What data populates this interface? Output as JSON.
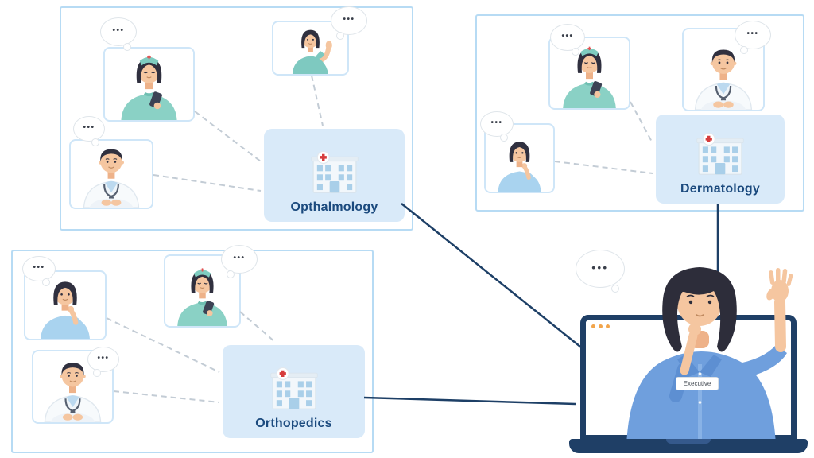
{
  "speech_dots": "•••",
  "groups": [
    {
      "id": "opthalmology",
      "label": "Opthalmology",
      "members": [
        {
          "role": "nurse-with-phone"
        },
        {
          "role": "waving-woman"
        },
        {
          "role": "doctor"
        }
      ]
    },
    {
      "id": "dermatology",
      "label": "Dermatology",
      "members": [
        {
          "role": "nurse-with-phone"
        },
        {
          "role": "doctor"
        },
        {
          "role": "woman"
        }
      ]
    },
    {
      "id": "orthopedics",
      "label": "Orthopedics",
      "members": [
        {
          "role": "woman"
        },
        {
          "role": "nurse-with-phone"
        },
        {
          "role": "doctor"
        }
      ]
    }
  ],
  "executive": {
    "badge_label": "Executive"
  },
  "colors": {
    "group_border": "#b7dbf4",
    "node_background": "#d9eaf9",
    "node_label_text": "#1b4a7e",
    "solid_connector": "#1d3f66",
    "dashed_connector": "#c3ccd5",
    "hospital_cross": "#d63c3c",
    "laptop_frame": "#1f3f66",
    "scrub_teal": "#8ad1c5",
    "shirt_light_blue": "#a9d3ef",
    "executive_shirt_blue": "#6f9fdd"
  }
}
